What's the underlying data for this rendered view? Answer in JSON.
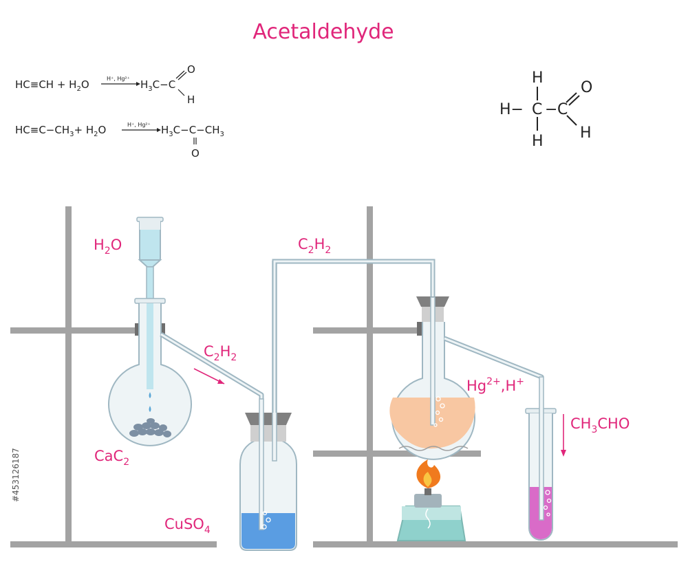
{
  "colors": {
    "accent": "#e0267a",
    "stand": "#a3a3a3",
    "glass_stroke": "#9fb7c2",
    "water": "#bfe5ee",
    "blue_solution": "#5a9de2",
    "orange_solution": "#f8c7a2",
    "pink_solution": "#d96bc8",
    "stopper": "#808080",
    "flame": "#f07a1e"
  },
  "title": "Acetaldehyde",
  "equations": [
    {
      "reactant": "HC≡CH + H",
      "reactant_sub": "2",
      "reactant_tail": "O",
      "conditions": "H⁺, Hg²⁺",
      "product_left": "H",
      "product_left_sub": "3",
      "product_main": "C−C",
      "product_up": "O",
      "product_down": "H"
    },
    {
      "reactant": "HC≡C−CH",
      "reactant_sub": "3",
      "reactant_mid": "+ H",
      "reactant_sub2": "2",
      "reactant_tail": "O",
      "conditions": "H⁺, Hg²⁺",
      "product_left": "H",
      "product_left_sub": "3",
      "product_main": "C−C−CH",
      "product_right_sub": "3",
      "product_down": "O"
    }
  ],
  "structure": {
    "h_top": "H",
    "h_left": "H−",
    "c1": "C",
    "bond": "−",
    "c2": "C",
    "h_bottom": "H",
    "o": "O",
    "h_right": "H"
  },
  "labels": {
    "h2o": {
      "main": "H",
      "sub": "2",
      "tail": "O"
    },
    "c2h2_top": {
      "main": "C",
      "sub1": "2",
      "mid": "H",
      "sub2": "2"
    },
    "c2h2_mid": {
      "main": "C",
      "sub1": "2",
      "mid": "H",
      "sub2": "2"
    },
    "cac2": {
      "main": "CaC",
      "sub": "2"
    },
    "cuso4": {
      "main": "CuSO",
      "sub": "4"
    },
    "hg": {
      "main": "Hg",
      "sup": "2+",
      "mid": ",H",
      "sup2": "+"
    },
    "ch3cho": {
      "main": "CH",
      "sub": "3",
      "tail": "CHO"
    }
  },
  "watermark": {
    "stock_id": "#453126187"
  }
}
